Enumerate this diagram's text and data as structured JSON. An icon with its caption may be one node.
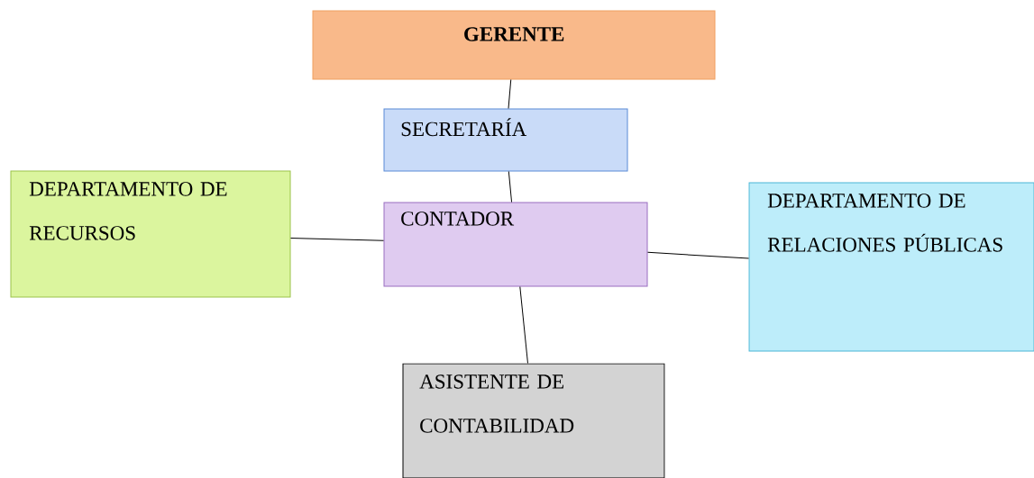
{
  "diagram": {
    "nodes": [
      {
        "text": [
          "**GERENTE**"
        ]
      },
      {
        "text": [
          "SECRETARÍA"
        ]
      },
      {
        "text": [
          "DEPARTAMENTO DE RECURSOS"
        ]
      },
      {
        "text": [
          "CONTADOR"
        ]
      },
      {
        "text": [
          "DEPARTAMENTO DE RELACIONES PÚBLICAS"
        ]
      },
      {
        "text": [
          "ASISTENTE DE CONTABILIDAD"
        ]
      }
    ],
    "edges": [
      {
        "from": 0,
        "to": 1,
        "arrow": "none"
      },
      {
        "from": 1,
        "to": 3,
        "arrow": "none"
      },
      {
        "from": 3,
        "to": 2,
        "arrow": "none"
      },
      {
        "from": 3,
        "to": 4,
        "arrow": "none"
      },
      {
        "from": 3,
        "to": 5,
        "arrow": "none"
      }
    ]
  }
}
